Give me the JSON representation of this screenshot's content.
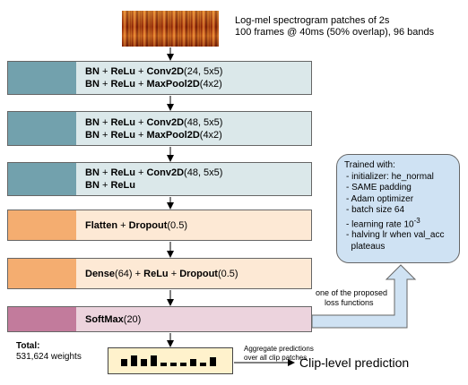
{
  "spectrogram": {
    "caption_line1": "Log-mel spectrogram patches of 2s",
    "caption_line2": "100 frames @ 40ms (50% overlap), 96 bands"
  },
  "blocks": [
    {
      "lines": [
        [
          {
            "t": "BN",
            "b": true
          },
          {
            "t": " + ",
            "b": false
          },
          {
            "t": "ReLu",
            "b": true
          },
          {
            "t": " + ",
            "b": false
          },
          {
            "t": "Conv2D",
            "b": true
          },
          {
            "t": "(24, 5x5)",
            "b": false
          }
        ],
        [
          {
            "t": "BN",
            "b": true
          },
          {
            "t": " + ",
            "b": false
          },
          {
            "t": "ReLu",
            "b": true
          },
          {
            "t": " + ",
            "b": false
          },
          {
            "t": "MaxPool2D",
            "b": true
          },
          {
            "t": "(4x2)",
            "b": false
          }
        ]
      ]
    },
    {
      "lines": [
        [
          {
            "t": "BN",
            "b": true
          },
          {
            "t": " + ",
            "b": false
          },
          {
            "t": "ReLu",
            "b": true
          },
          {
            "t": " + ",
            "b": false
          },
          {
            "t": "Conv2D",
            "b": true
          },
          {
            "t": "(48, 5x5)",
            "b": false
          }
        ],
        [
          {
            "t": "BN",
            "b": true
          },
          {
            "t": " + ",
            "b": false
          },
          {
            "t": "ReLu",
            "b": true
          },
          {
            "t": " + ",
            "b": false
          },
          {
            "t": "MaxPool2D",
            "b": true
          },
          {
            "t": "(4x2)",
            "b": false
          }
        ]
      ]
    },
    {
      "lines": [
        [
          {
            "t": "BN",
            "b": true
          },
          {
            "t": " + ",
            "b": false
          },
          {
            "t": "ReLu",
            "b": true
          },
          {
            "t": " + ",
            "b": false
          },
          {
            "t": "Conv2D",
            "b": true
          },
          {
            "t": "(48, 5x5)",
            "b": false
          }
        ],
        [
          {
            "t": "BN",
            "b": true
          },
          {
            "t": " + ",
            "b": false
          },
          {
            "t": "ReLu",
            "b": true
          }
        ]
      ]
    },
    {
      "lines": [
        [
          {
            "t": "Flatten",
            "b": true
          },
          {
            "t": " + ",
            "b": false
          },
          {
            "t": "Dropout",
            "b": true
          },
          {
            "t": "(0.5)",
            "b": false
          }
        ]
      ]
    },
    {
      "lines": [
        [
          {
            "t": "Dense",
            "b": true
          },
          {
            "t": "(64) + ",
            "b": false
          },
          {
            "t": "ReLu",
            "b": true
          },
          {
            "t": " + ",
            "b": false
          },
          {
            "t": "Dropout",
            "b": true
          },
          {
            "t": "(0.5)",
            "b": false
          }
        ]
      ]
    },
    {
      "lines": [
        [
          {
            "t": "SoftMax",
            "b": true
          },
          {
            "t": "(20)",
            "b": false
          }
        ]
      ]
    }
  ],
  "training": {
    "title": "Trained with:",
    "items": [
      "- initializer: he_normal",
      "- SAME padding",
      "- Adam optimizer",
      "- batch size 64",
      "- halving lr when val_acc",
      "  plateaus"
    ],
    "lr_prefix": "- learning rate 10",
    "lr_exp": "-3"
  },
  "loss_note": {
    "line1": "one of the proposed",
    "line2": "loss functions"
  },
  "total": {
    "label": "Total:",
    "value": "531,624 weights"
  },
  "aggregate": {
    "line1": "Aggregate predictions",
    "line2": "over all clip patches"
  },
  "clip_prediction": "Clip-level prediction",
  "output_bars": [
    0.55,
    0.85,
    0.6,
    0.85,
    0.3,
    0.3,
    0.3,
    0.55,
    0.3,
    0.7
  ],
  "colors": {
    "conv_tab": "#72a1ad",
    "conv_body": "#dbe8ea",
    "dense_tab": "#f4ad70",
    "dense_body": "#fde9d5",
    "softmax_tab": "#c27b9c",
    "softmax_body": "#ecd3dd",
    "training_box": "#cfe2f3",
    "output_box": "#fff2cc"
  }
}
